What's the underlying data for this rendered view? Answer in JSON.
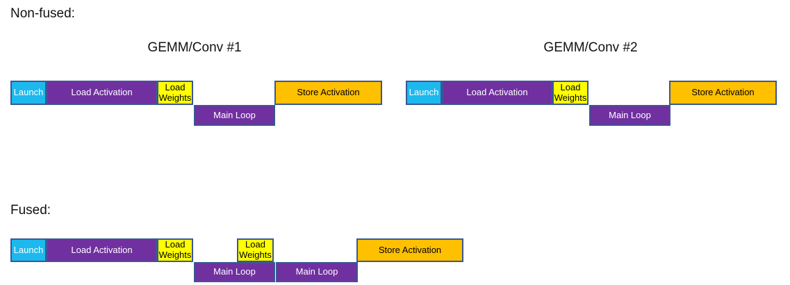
{
  "colors": {
    "launch_cyan": "#1DB9EE",
    "purple": "#7030A0",
    "yellow": "#FFFF00",
    "orange": "#FFC000",
    "block_border": "#3A5795",
    "text_dark": "#111111",
    "text_light": "#FFFFFF"
  },
  "non_fused": {
    "section_label": "Non-fused:",
    "gemm1": {
      "title": "GEMM/Conv #1",
      "launch": "Launch",
      "load_activation": "Load Activation",
      "load_weights": "Load Weights",
      "main_loop": "Main Loop",
      "store_activation": "Store Activation"
    },
    "gemm2": {
      "title": "GEMM/Conv #2",
      "launch": "Launch",
      "load_activation": "Load Activation",
      "load_weights": "Load Weights",
      "main_loop": "Main Loop",
      "store_activation": "Store Activation"
    }
  },
  "fused": {
    "section_label": "Fused:",
    "launch": "Launch",
    "load_activation": "Load Activation",
    "load_weights_1": "Load Weights",
    "main_loop_1": "Main Loop",
    "load_weights_2": "Load Weights",
    "main_loop_2": "Main Loop",
    "store_activation": "Store Activation"
  },
  "diagram_data": {
    "type": "timeline-comparison",
    "rows": [
      "memory/launch track (top)",
      "compute track (bottom)"
    ],
    "non_fused_sequence": [
      "Launch",
      "Load Activation",
      "Load Weights",
      "Main Loop",
      "Store Activation",
      "Launch",
      "Load Activation",
      "Load Weights",
      "Main Loop",
      "Store Activation"
    ],
    "fused_sequence": [
      "Launch",
      "Load Activation",
      "Load Weights",
      "Main Loop (overlapped with second Load Weights)",
      "Main Loop",
      "Store Activation"
    ]
  }
}
